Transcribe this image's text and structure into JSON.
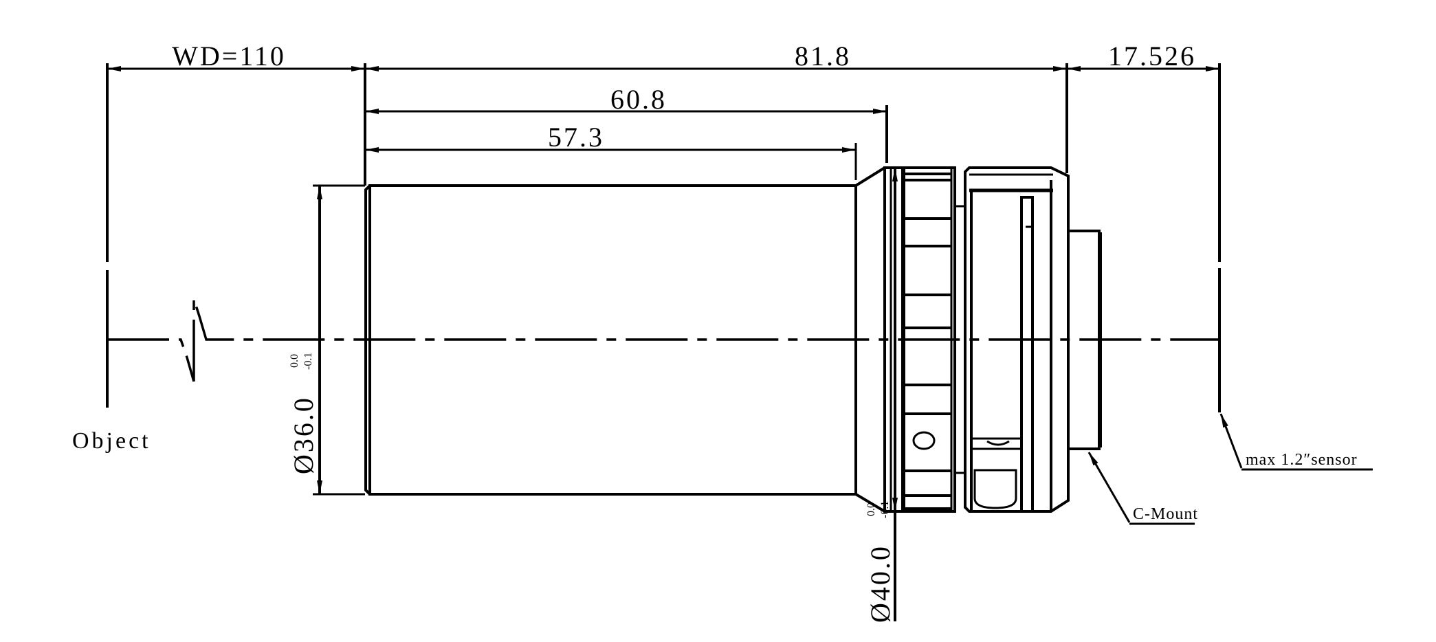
{
  "drawing": {
    "dimensions": {
      "working_distance": "WD=110",
      "overall_length": "81.8",
      "length_to_ring": "60.8",
      "barrel_length": "57.3",
      "back_focal": "17.526",
      "barrel_diameter": "Ø36.0",
      "barrel_tol_upper": "0.0",
      "barrel_tol_lower": "-0.1",
      "ring_diameter": "Ø40.0",
      "ring_tol_upper": "0.0",
      "ring_tol_lower": "-0.1"
    },
    "labels": {
      "object": "Object",
      "mount": "C-Mount",
      "sensor": "max 1.2″sensor"
    }
  }
}
